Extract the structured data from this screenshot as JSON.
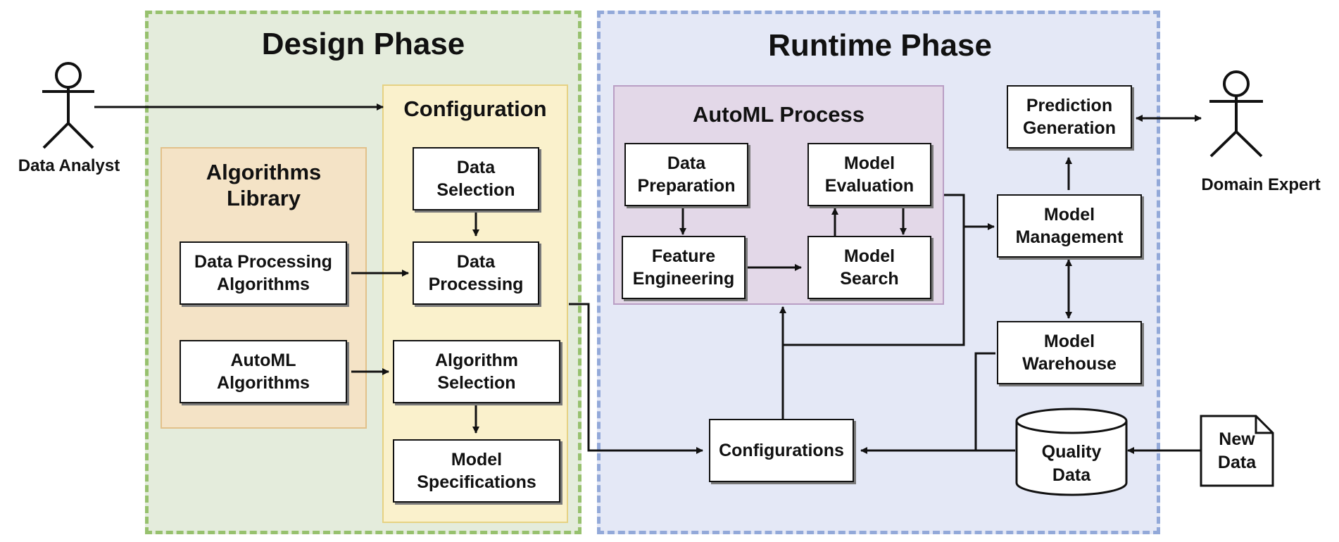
{
  "phases": {
    "design": "Design Phase",
    "runtime": "Runtime Phase"
  },
  "actors": {
    "data_analyst": "Data Analyst",
    "domain_expert": "Domain Expert"
  },
  "regions": {
    "algorithms_library": "Algorithms\nLibrary",
    "configuration": "Configuration",
    "automl_process": "AutoML Process"
  },
  "nodes": {
    "data_processing_algorithms": "Data Processing\nAlgorithms",
    "automl_algorithms": "AutoML\nAlgorithms",
    "data_selection": "Data\nSelection",
    "data_processing": "Data\nProcessing",
    "algorithm_selection": "Algorithm\nSelection",
    "model_specifications": "Model\nSpecifications",
    "data_preparation": "Data\nPreparation",
    "feature_engineering": "Feature\nEngineering",
    "model_evaluation": "Model\nEvaluation",
    "model_search": "Model\nSearch",
    "prediction_generation": "Prediction\nGeneration",
    "model_management": "Model\nManagement",
    "model_warehouse": "Model\nWarehouse",
    "configurations": "Configurations",
    "quality_data": "Quality\nData",
    "new_data": "New\nData"
  }
}
